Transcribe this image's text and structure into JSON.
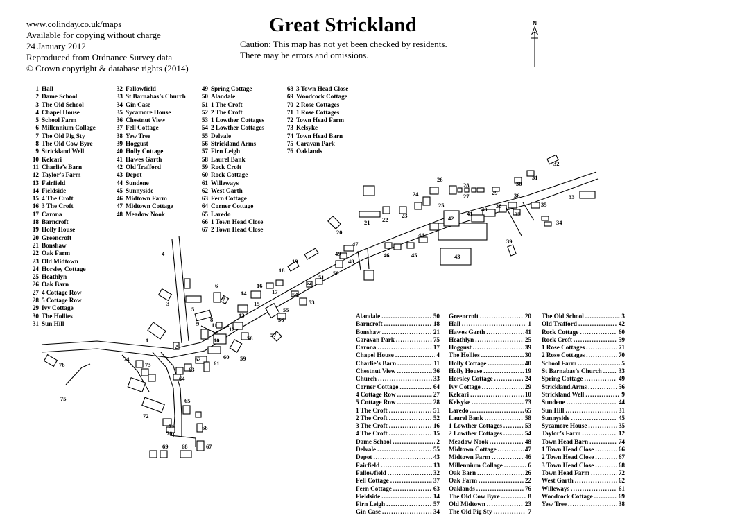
{
  "header": {
    "lines": [
      "www.colinday.co.uk/maps",
      "Available for copying without charge",
      "24 January 2012",
      "Reproduced from Ordnance Survey data",
      "© Crown copyright & database rights (2014)"
    ],
    "title": "Great Strickland",
    "caution": [
      "Caution: This map has not yet been checked by residents.",
      "There may be errors and omissions."
    ],
    "north_label": "N"
  },
  "legend": [
    [
      [
        "1",
        "Hall"
      ],
      [
        "2",
        "Dame School"
      ],
      [
        "3",
        "The Old School"
      ],
      [
        "4",
        "Chapel House"
      ],
      [
        "5",
        "School Farm"
      ],
      [
        "6",
        "Millennium Collage"
      ],
      [
        "7",
        "The Old Pig Sty"
      ],
      [
        "8",
        "The Old Cow Byre"
      ],
      [
        "9",
        "Strickland Well"
      ],
      [
        "10",
        "Kelcari"
      ],
      [
        "11",
        "Charlie’s Barn"
      ],
      [
        "12",
        "Taylor’s Farm"
      ],
      [
        "13",
        "Fairfield"
      ],
      [
        "14",
        "Fieldside"
      ],
      [
        "15",
        "4 The Croft"
      ],
      [
        "16",
        "3 The Croft"
      ],
      [
        "17",
        "Carona"
      ],
      [
        "18",
        "Barncroft"
      ],
      [
        "19",
        "Holly House"
      ],
      [
        "20",
        "Greencroft"
      ],
      [
        "21",
        "Bonshaw"
      ],
      [
        "22",
        "Oak Farm"
      ],
      [
        "23",
        "Old Midtown"
      ],
      [
        "24",
        "Horsley Cottage"
      ],
      [
        "25",
        "Heathlyn"
      ],
      [
        "26",
        "Oak Barn"
      ],
      [
        "27",
        "4 Cottage Row"
      ],
      [
        "28",
        "5 Cottage Row"
      ],
      [
        "29",
        "Ivy Cottage"
      ],
      [
        "30",
        "The Hollies"
      ],
      [
        "31",
        "Sun Hill"
      ]
    ],
    [
      [
        "32",
        "Fallowfield"
      ],
      [
        "33",
        "St Barnabas’s Church"
      ],
      [
        "34",
        "Gin Case"
      ],
      [
        "35",
        "Sycamore House"
      ],
      [
        "36",
        "Chestnut View"
      ],
      [
        "37",
        "Fell Cottage"
      ],
      [
        "38",
        "Yew Tree"
      ],
      [
        "39",
        "Hoggust"
      ],
      [
        "40",
        "Holly Cottage"
      ],
      [
        "41",
        "Hawes Garth"
      ],
      [
        "42",
        "Old Trafford"
      ],
      [
        "43",
        "Depot"
      ],
      [
        "44",
        "Sundene"
      ],
      [
        "45",
        "Sunnyside"
      ],
      [
        "46",
        "Midtown Farm"
      ],
      [
        "47",
        "Midtown Cottage"
      ],
      [
        "48",
        "Meadow Nook"
      ]
    ],
    [
      [
        "49",
        "Spring Cottage"
      ],
      [
        "50",
        "Alandale"
      ],
      [
        "51",
        "1 The Croft"
      ],
      [
        "52",
        "2 The Croft"
      ],
      [
        "53",
        "1 Lowther Cottages"
      ],
      [
        "54",
        "2 Lowther Cottages"
      ],
      [
        "55",
        "Delvale"
      ],
      [
        "56",
        "Strickland Arms"
      ],
      [
        "57",
        "Firn Leigh"
      ],
      [
        "58",
        "Laurel Bank"
      ],
      [
        "59",
        "Rock Croft"
      ],
      [
        "60",
        "Rock Cottage"
      ],
      [
        "61",
        "Willeways"
      ],
      [
        "62",
        "West Garth"
      ],
      [
        "63",
        "Fern Cottage"
      ],
      [
        "64",
        "Corner Cottage"
      ],
      [
        "65",
        "Laredo"
      ],
      [
        "66",
        "1 Town Head Close"
      ],
      [
        "67",
        "2 Town Head Close"
      ]
    ],
    [
      [
        "68",
        "3 Town Head Close"
      ],
      [
        "69",
        "Woodcock Cottage"
      ],
      [
        "70",
        "2 Rose Cottages"
      ],
      [
        "71",
        "1 Rose Cottages"
      ],
      [
        "72",
        "Town Head Farm"
      ],
      [
        "73",
        "Kelsyke"
      ],
      [
        "74",
        "Town Head Barn"
      ],
      [
        "75",
        "Caravan Park"
      ],
      [
        "76",
        "Oaklands"
      ]
    ]
  ],
  "index": [
    [
      [
        "Alandale",
        "50"
      ],
      [
        "Barncroft",
        "18"
      ],
      [
        "Bonshaw",
        "21"
      ],
      [
        "Caravan Park",
        "75"
      ],
      [
        "Carona",
        "17"
      ],
      [
        "Chapel House",
        "4"
      ],
      [
        "Charlie’s Barn",
        "11"
      ],
      [
        "Chestnut View",
        "36"
      ],
      [
        "Church",
        "33"
      ],
      [
        "Corner Cottage",
        "64"
      ],
      [
        "4 Cottage Row",
        "27"
      ],
      [
        "5 Cottage Row",
        "28"
      ],
      [
        "1 The Croft",
        "51"
      ],
      [
        "2 The Croft",
        "52"
      ],
      [
        "3 The Croft",
        "16"
      ],
      [
        "4 The Croft",
        "15"
      ],
      [
        "Dame School",
        "2"
      ],
      [
        "Delvale",
        "55"
      ],
      [
        "Depot",
        "43"
      ],
      [
        "Fairfield",
        "13"
      ],
      [
        "Fallowfield",
        "32"
      ],
      [
        "Fell Cottage",
        "37"
      ],
      [
        "Fern Cottage",
        "63"
      ],
      [
        "Fieldside",
        "14"
      ],
      [
        "Firn Leigh",
        "57"
      ],
      [
        "Gin Case",
        "34"
      ]
    ],
    [
      [
        "Greencroft",
        "20"
      ],
      [
        "Hall",
        "1"
      ],
      [
        "Hawes Garth",
        "41"
      ],
      [
        "Heathlyn",
        "25"
      ],
      [
        "Hoggust",
        "39"
      ],
      [
        "The Hollies",
        "30"
      ],
      [
        "Holly Cottage",
        "40"
      ],
      [
        "Holly House",
        "19"
      ],
      [
        "Horsley Cottage",
        "24"
      ],
      [
        "Ivy Cottage",
        "29"
      ],
      [
        "Kelcari",
        "10"
      ],
      [
        "Kelsyke",
        "73"
      ],
      [
        "Laredo",
        "65"
      ],
      [
        "Laurel Bank",
        "58"
      ],
      [
        "1 Lowther Cottages",
        "53"
      ],
      [
        "2 Lowther Cottages",
        "54"
      ],
      [
        "Meadow Nook",
        "48"
      ],
      [
        "Midtown Cottage",
        "47"
      ],
      [
        "Midtown Farm",
        "46"
      ],
      [
        "Millennium Collage",
        "6"
      ],
      [
        "Oak Barn",
        "26"
      ],
      [
        "Oak Farm",
        "22"
      ],
      [
        "Oaklands",
        "76"
      ],
      [
        "The Old Cow Byre",
        "8"
      ],
      [
        "Old Midtown",
        "23"
      ],
      [
        "The Old Pig Sty",
        "7"
      ]
    ],
    [
      [
        "The Old School",
        "3"
      ],
      [
        "Old Trafford",
        "42"
      ],
      [
        "Rock Cottage",
        "60"
      ],
      [
        "Rock Croft",
        "59"
      ],
      [
        "1 Rose Cottages",
        "71"
      ],
      [
        "2 Rose Cottages",
        "70"
      ],
      [
        "School Farm",
        "5"
      ],
      [
        "St Barnabas’s Church",
        "33"
      ],
      [
        "Spring Cottage",
        "49"
      ],
      [
        "Strickland Arms",
        "56"
      ],
      [
        "Strickland Well",
        "9"
      ],
      [
        "Sundene",
        "44"
      ],
      [
        "Sun Hill",
        "31"
      ],
      [
        "Sunnyside",
        "45"
      ],
      [
        "Sycamore House",
        "35"
      ],
      [
        "Taylor’s Farm",
        "12"
      ],
      [
        "Town Head Barn",
        "74"
      ],
      [
        "1 Town Head Close",
        "66"
      ],
      [
        "2 Town Head Close",
        "67"
      ],
      [
        "3 Town Head Close",
        "68"
      ],
      [
        "Town Head Farm",
        "72"
      ],
      [
        "West Garth",
        "62"
      ],
      [
        "Willeways",
        "61"
      ],
      [
        "Woodcock Cottage",
        "69"
      ],
      [
        "Yew Tree",
        "38"
      ]
    ]
  ],
  "map_labels": [
    {
      "id": "1"
    },
    {
      "id": "2"
    },
    {
      "id": "3"
    },
    {
      "id": "4"
    },
    {
      "id": "5"
    },
    {
      "id": "6"
    },
    {
      "id": "7"
    },
    {
      "id": "8"
    },
    {
      "id": "9"
    },
    {
      "id": "10"
    },
    {
      "id": "11"
    },
    {
      "id": "12"
    },
    {
      "id": "13"
    },
    {
      "id": "14"
    },
    {
      "id": "15"
    },
    {
      "id": "16"
    },
    {
      "id": "17"
    },
    {
      "id": "18"
    },
    {
      "id": "19"
    },
    {
      "id": "20"
    },
    {
      "id": "21"
    },
    {
      "id": "22"
    },
    {
      "id": "23"
    },
    {
      "id": "24"
    },
    {
      "id": "25"
    },
    {
      "id": "26"
    },
    {
      "id": "27"
    },
    {
      "id": "28"
    },
    {
      "id": "29"
    },
    {
      "id": "30"
    },
    {
      "id": "31"
    },
    {
      "id": "32"
    },
    {
      "id": "33"
    },
    {
      "id": "34"
    },
    {
      "id": "35"
    },
    {
      "id": "36"
    },
    {
      "id": "37"
    },
    {
      "id": "38"
    },
    {
      "id": "39"
    },
    {
      "id": "40"
    },
    {
      "id": "41"
    },
    {
      "id": "42"
    },
    {
      "id": "43"
    },
    {
      "id": "44"
    },
    {
      "id": "45"
    },
    {
      "id": "46"
    },
    {
      "id": "47"
    },
    {
      "id": "48"
    },
    {
      "id": "49"
    },
    {
      "id": "50"
    },
    {
      "id": "51"
    },
    {
      "id": "52"
    },
    {
      "id": "53"
    },
    {
      "id": "54"
    },
    {
      "id": "55"
    },
    {
      "id": "56"
    },
    {
      "id": "57"
    },
    {
      "id": "58"
    },
    {
      "id": "59"
    },
    {
      "id": "60"
    },
    {
      "id": "61"
    },
    {
      "id": "62"
    },
    {
      "id": "63"
    },
    {
      "id": "64"
    },
    {
      "id": "65"
    },
    {
      "id": "66"
    },
    {
      "id": "67"
    },
    {
      "id": "68"
    },
    {
      "id": "69"
    },
    {
      "id": "70"
    },
    {
      "id": "71"
    },
    {
      "id": "72"
    },
    {
      "id": "73"
    },
    {
      "id": "74"
    },
    {
      "id": "75"
    },
    {
      "id": "76"
    }
  ]
}
